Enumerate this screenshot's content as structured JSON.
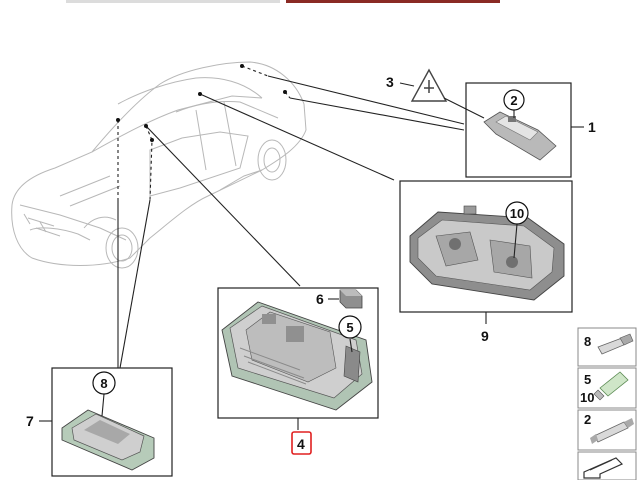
{
  "diagram": {
    "parts": [
      {
        "id": "1",
        "label": "1"
      },
      {
        "id": "2",
        "label": "2"
      },
      {
        "id": "3",
        "label": "3"
      },
      {
        "id": "4",
        "label": "4"
      },
      {
        "id": "5",
        "label": "5"
      },
      {
        "id": "6",
        "label": "6"
      },
      {
        "id": "7",
        "label": "7"
      },
      {
        "id": "8",
        "label": "8"
      },
      {
        "id": "9",
        "label": "9"
      },
      {
        "id": "10",
        "label": "10"
      }
    ],
    "callouts": {
      "c2": "2",
      "c5": "5",
      "c8": "8",
      "c10": "10"
    },
    "legend": [
      {
        "labels": [
          "8"
        ],
        "bulb": "festoon-bulb"
      },
      {
        "labels": [
          "5",
          "10"
        ],
        "bulb": "wedge-bulb"
      },
      {
        "labels": [
          "2"
        ],
        "bulb": "festoon-bulb-long"
      }
    ],
    "highlight_color": "#e02020"
  }
}
